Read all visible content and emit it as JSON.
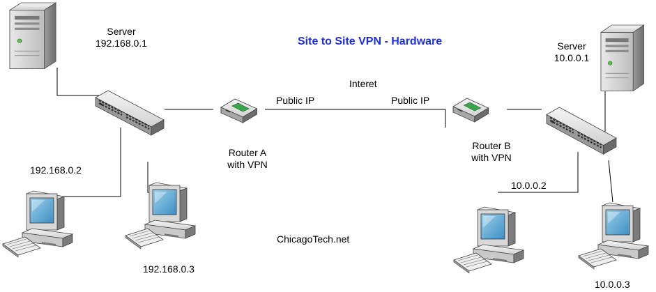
{
  "title": "Site to Site VPN - Hardware",
  "internet_label": "Interet",
  "footer": "ChicagoTech.net",
  "site_a": {
    "server": {
      "label": "Server",
      "ip": "192.168.0.1"
    },
    "router": {
      "line1": "Router A",
      "line2": "with VPN"
    },
    "public_ip": "Public IP",
    "pc1_ip": "192.168.0.2",
    "pc2_ip": "192.168.0.3"
  },
  "site_b": {
    "server": {
      "label": "Server",
      "ip": "10.0.0.1"
    },
    "router": {
      "line1": "Router B",
      "line2": "with VPN"
    },
    "public_ip": "Public IP",
    "pc1_ip": "10.0.0.2",
    "pc2_ip": "10.0.0.3"
  },
  "icons": {
    "server": "server-tower-icon",
    "switch": "network-switch-icon",
    "router": "router-icon",
    "workstation": "desktop-computer-icon"
  },
  "colors": {
    "title": "#1f2fd6",
    "lines": "#000000",
    "router_accent": "#3aa64a"
  }
}
